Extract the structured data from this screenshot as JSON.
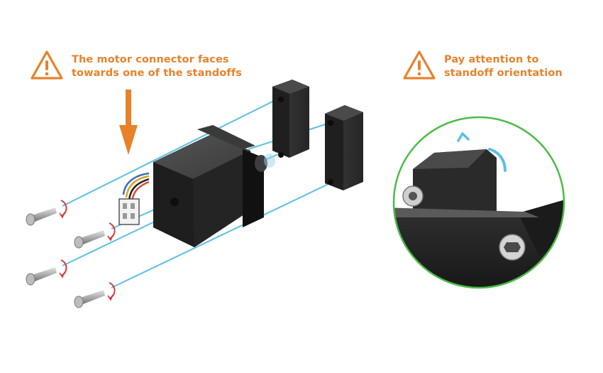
{
  "colors": {
    "accent_orange": "#e8822a",
    "arrow_blue": "#5bc0e6",
    "zoom_green": "#4cbb47",
    "rotation_red": "#d93a3a",
    "part_dark": "#2b2b2b"
  },
  "icons": [
    "warning-triangle-icon",
    "down-arrow-icon",
    "rotation-arrow-icon",
    "screw-icon"
  ],
  "notes": {
    "connector": {
      "line1": "The motor connector faces",
      "line2": "towards one of the standoffs"
    },
    "orientation": {
      "line1": "Pay attention to",
      "line2": "standoff orientation"
    }
  }
}
